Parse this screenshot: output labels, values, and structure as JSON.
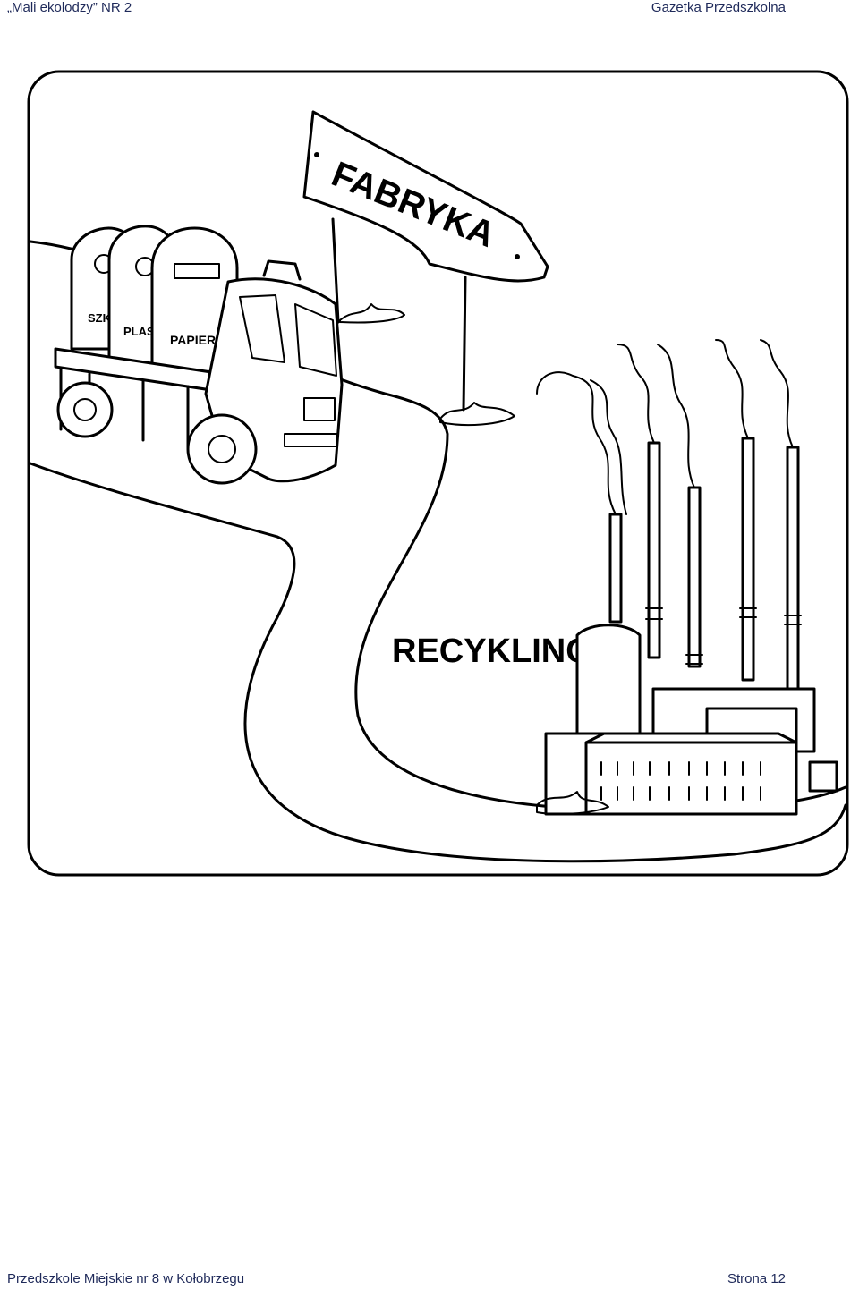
{
  "header": {
    "left": "„Mali ekolodzy” NR 2",
    "right": "Gazetka Przedszkolna"
  },
  "footer": {
    "left": "Przedszkole Miejskie nr 8 w Kołobrzegu",
    "right": "Strona 12"
  },
  "illustration": {
    "sign_text": "FABRYKA",
    "factory_label": "RECYKLING",
    "bins": [
      "SZK",
      "PLAS",
      "PAPIER"
    ]
  }
}
